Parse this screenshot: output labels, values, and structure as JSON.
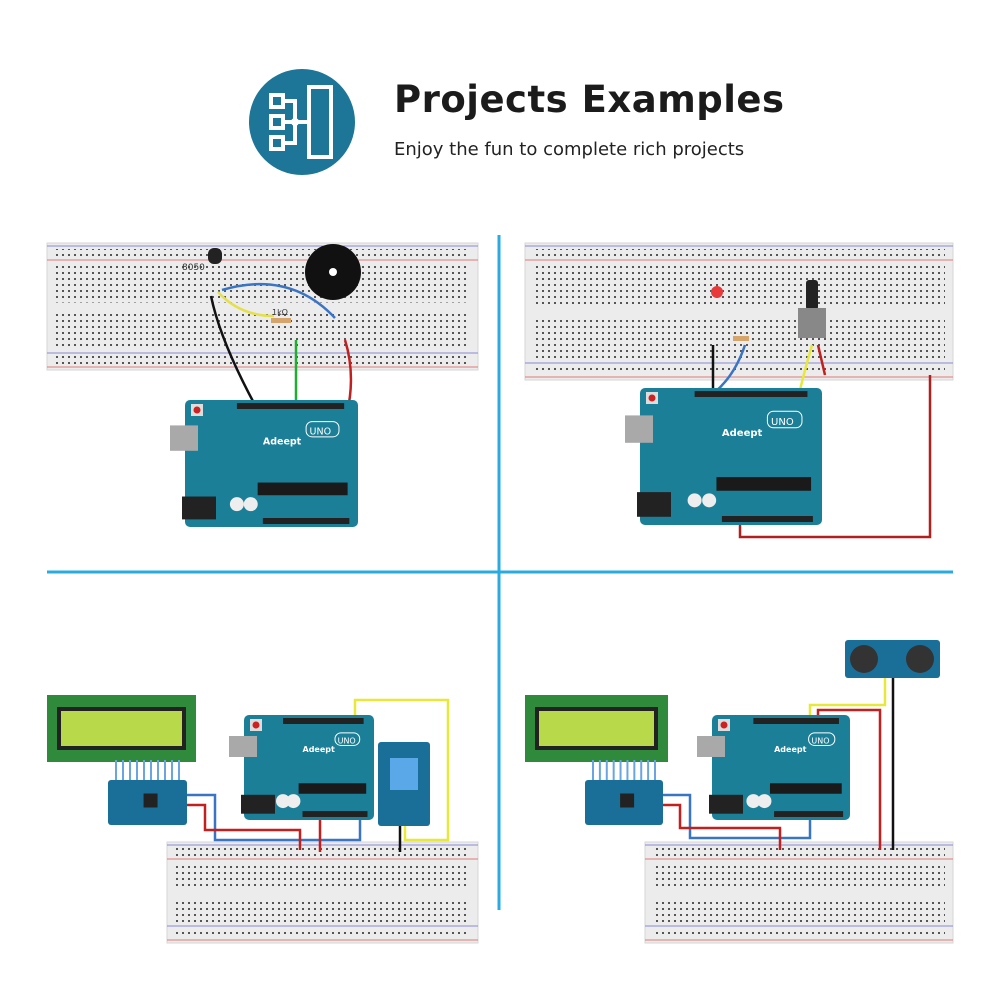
{
  "header": {
    "title": "Projects Examples",
    "subtitle": "Enjoy the fun to complete rich projects",
    "icon": "flowchart-icon",
    "icon_color": "#1d7697"
  },
  "divider_color": "#29abe2",
  "board": {
    "brand": "Adeept",
    "model": "UNO",
    "color": "#1c7f98"
  },
  "panels": [
    {
      "name": "buzzer-project",
      "labels": {
        "transistor": "8050",
        "resistor": "1kΩ"
      }
    },
    {
      "name": "led-potentiometer-project"
    },
    {
      "name": "lcd-temperature-sensor-project"
    },
    {
      "name": "lcd-ultrasonic-project"
    }
  ]
}
